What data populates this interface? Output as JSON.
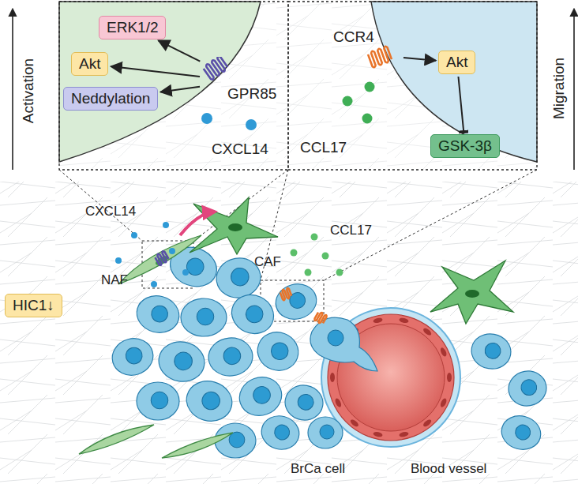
{
  "diagram": {
    "nodes": [
      {
        "text": [
          "ERK1/2"
        ]
      },
      {
        "text": [
          "Akt"
        ]
      },
      {
        "text": [
          "Neddylation"
        ]
      },
      {
        "text": [
          "GPR85"
        ]
      },
      {
        "text": [
          "CCR4"
        ]
      },
      {
        "text": [
          "Akt"
        ]
      },
      {
        "text": [
          "GSK-3β"
        ]
      },
      {
        "text": [
          "HIC1↓"
        ]
      }
    ],
    "edges": [
      {
        "from": 3,
        "to": 0,
        "arrow": "to"
      },
      {
        "from": 3,
        "to": 1,
        "arrow": "to"
      },
      {
        "from": 3,
        "to": 2,
        "arrow": "to"
      },
      {
        "from": 4,
        "to": 5,
        "arrow": "to"
      },
      {
        "from": 5,
        "to": 6,
        "arrow": "to"
      }
    ],
    "labels": [
      "Activation",
      "Migration",
      "CXCL14",
      "CCL17",
      "CXCL14",
      "NAF",
      "CAF",
      "CCL17",
      "BrCa cell",
      "Blood vessel"
    ]
  }
}
